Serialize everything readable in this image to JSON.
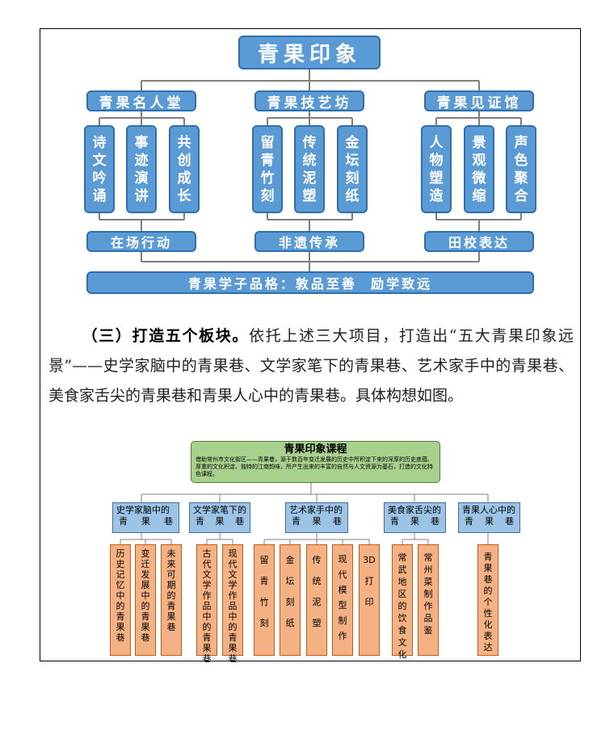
{
  "top_diagram": {
    "title": "青果印象",
    "categories": [
      {
        "label": "青果名人堂",
        "items": [
          "诗文吟诵",
          "事迹演讲",
          "共创成长"
        ],
        "activity": "在场行动"
      },
      {
        "label": "青果技艺坊",
        "items": [
          "留青竹刻",
          "传统泥塑",
          "金坛刻纸"
        ],
        "activity": "非遗传承"
      },
      {
        "label": "青果见证馆",
        "items": [
          "人物塑造",
          "景观微缩",
          "声色聚合"
        ],
        "activity": "田校表达"
      }
    ],
    "quality": "青果学子品格：敦品至善  励学致远"
  },
  "paragraph": {
    "heading": "（三）打造五个板块。",
    "body": "依托上述三大项目，打造出“五大青果印象远景”——史学家脑中的青果巷、文学家笔下的青果巷、艺术家手中的青果巷、美食家舌尖的青果巷和青果人心中的青果巷。具体构想如图。"
  },
  "bottom_diagram": {
    "title": "青果印象课程",
    "description": "借助常州市文化街区——青果巷，源于数百年变迁发展的历史中所积淀下来的深厚的历史底蕴、厚重的文化积淀、独特的江南韵味，所产生出来的丰富的自然与人文资源为基石，打造的文化特色课程。",
    "branches": [
      {
        "line1": "史学家脑中的",
        "line2": [
          "青",
          "果",
          "巷"
        ],
        "items": [
          "历史记忆中的青果巷",
          "变迁发展中的青果巷",
          "未来可期的青果巷"
        ]
      },
      {
        "line1": "文学家笔下的",
        "line2": [
          "青",
          "果",
          "巷"
        ],
        "items": [
          "古代文学作品中的青果巷",
          "现代文学作品中的青果巷"
        ]
      },
      {
        "line1": "艺术家手中的",
        "line2": [
          "青",
          "果",
          "巷"
        ],
        "items": [
          "留青竹刻",
          "金坛刻纸",
          "传统泥塑",
          "现代模型制作",
          "3D打印"
        ]
      },
      {
        "line1": "美食家舌尖的",
        "line2": [
          "青",
          "果",
          "巷"
        ],
        "items": [
          "常武地区的饮食文化",
          "常州菜制作品鉴"
        ]
      },
      {
        "line1": "青果人心中的",
        "line2": [
          "青",
          "果",
          "巷"
        ],
        "items": [
          "青果巷的个性化表达"
        ]
      }
    ]
  }
}
